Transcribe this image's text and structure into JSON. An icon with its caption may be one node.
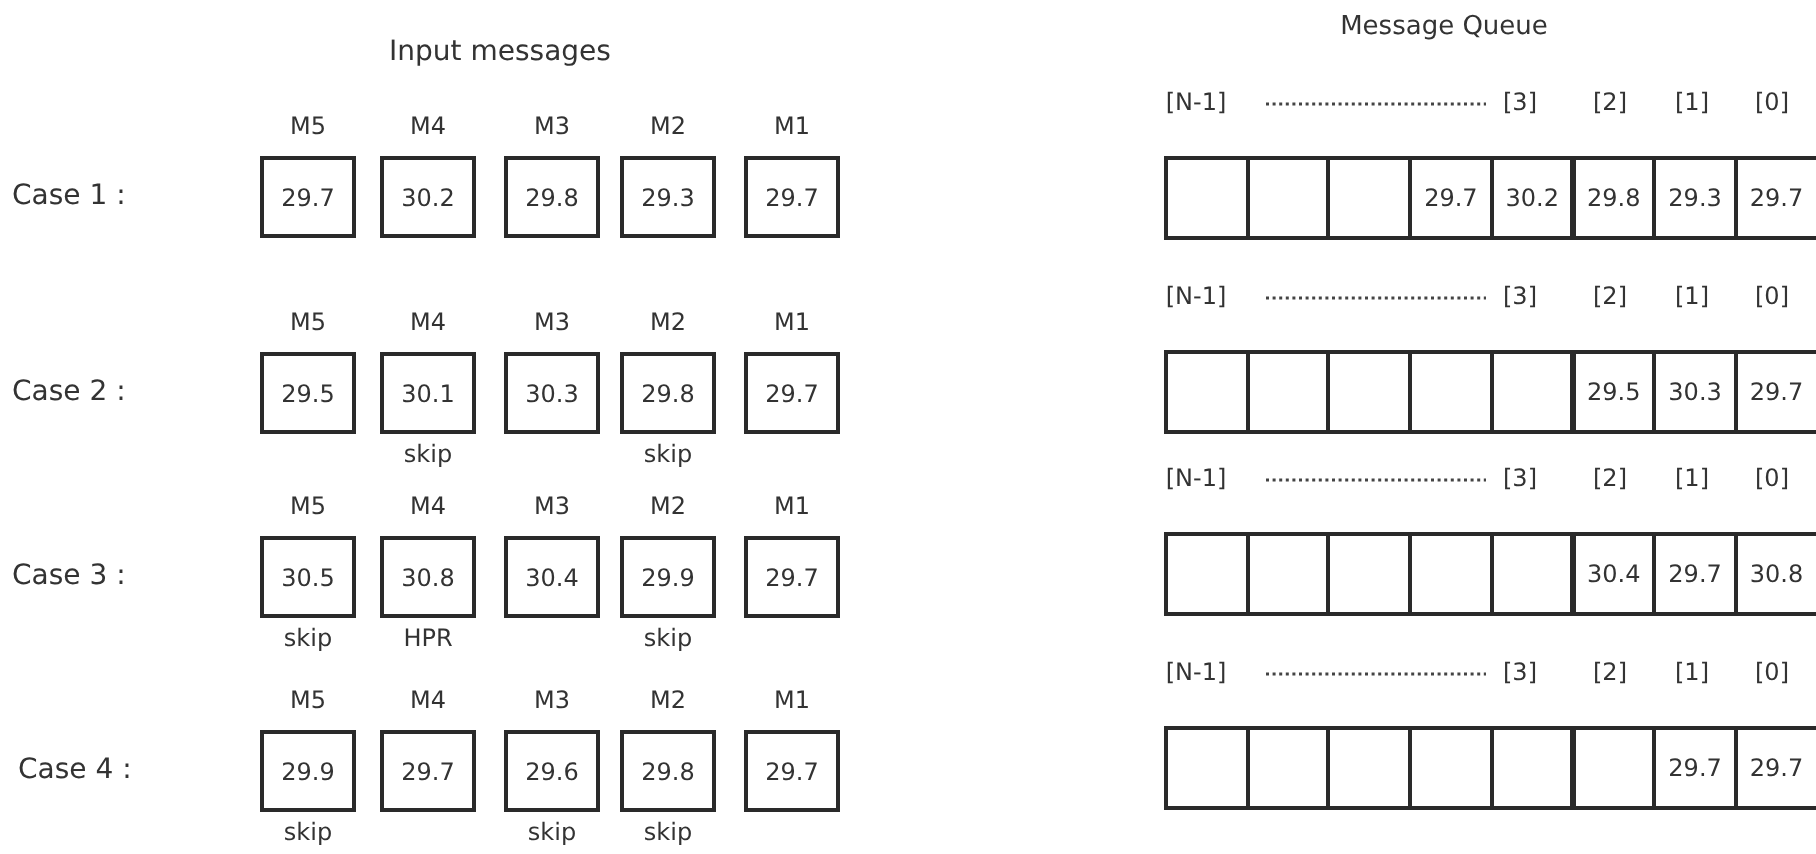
{
  "diagram": {
    "nodes": [
      {
        "text": [
          "29.7"
        ],
        "beside": [
          "M5"
        ]
      },
      {
        "text": [
          "30.2"
        ],
        "beside": [
          "M4"
        ]
      },
      {
        "text": [
          "29.8"
        ],
        "beside": [
          "M3"
        ]
      },
      {
        "text": [
          "29.3"
        ],
        "beside": [
          "M2"
        ]
      },
      {
        "text": [
          "29.7"
        ],
        "beside": [
          "M1"
        ]
      },
      {
        "text": [
          "29.5"
        ],
        "beside": [
          "M5"
        ]
      },
      {
        "text": [
          "30.1"
        ],
        "beside": [
          "M4",
          "skip"
        ]
      },
      {
        "text": [
          "30.3"
        ],
        "beside": [
          "M3"
        ]
      },
      {
        "text": [
          "29.8"
        ],
        "beside": [
          "M2",
          "skip"
        ]
      },
      {
        "text": [
          "29.7"
        ],
        "beside": [
          "M1"
        ]
      },
      {
        "text": [
          "30.5"
        ],
        "beside": [
          "M5",
          "skip"
        ]
      },
      {
        "text": [
          "30.8"
        ],
        "beside": [
          "M4",
          "HPR"
        ]
      },
      {
        "text": [
          "30.4"
        ],
        "beside": [
          "M3"
        ]
      },
      {
        "text": [
          "29.9"
        ],
        "beside": [
          "M2",
          "skip"
        ]
      },
      {
        "text": [
          "29.7"
        ],
        "beside": [
          "M1"
        ]
      },
      {
        "text": [
          "29.9"
        ],
        "beside": [
          "M5",
          "skip"
        ]
      },
      {
        "text": [
          "29.7"
        ],
        "beside": [
          "M4"
        ]
      },
      {
        "text": [
          "29.6"
        ],
        "beside": [
          "M3",
          "skip"
        ]
      },
      {
        "text": [
          "29.8"
        ],
        "beside": [
          "M2",
          "skip"
        ]
      },
      {
        "text": [
          "29.7"
        ],
        "beside": [
          "M1"
        ]
      },
      {
        "text": [],
        "shape": "box"
      },
      {
        "text": [],
        "shape": "box"
      },
      {
        "text": [],
        "shape": "box"
      },
      {
        "text": [
          "29.7"
        ]
      },
      {
        "text": [
          "30.2"
        ]
      },
      {
        "text": [
          "29.8"
        ]
      },
      {
        "text": [
          "29.3"
        ]
      },
      {
        "text": [
          "29.7"
        ]
      },
      {
        "text": [],
        "shape": "box"
      },
      {
        "text": [],
        "shape": "box"
      },
      {
        "text": [],
        "shape": "box"
      },
      {
        "text": [],
        "shape": "box"
      },
      {
        "text": [],
        "shape": "box"
      },
      {
        "text": [
          "29.5"
        ]
      },
      {
        "text": [
          "30.3"
        ]
      },
      {
        "text": [
          "29.7"
        ]
      },
      {
        "text": [],
        "shape": "box"
      },
      {
        "text": [],
        "shape": "box"
      },
      {
        "text": [],
        "shape": "box"
      },
      {
        "text": [],
        "shape": "box"
      },
      {
        "text": [],
        "shape": "box"
      },
      {
        "text": [
          "30.4"
        ]
      },
      {
        "text": [
          "29.7"
        ]
      },
      {
        "text": [
          "30.8"
        ]
      },
      {
        "text": [],
        "shape": "box"
      },
      {
        "text": [],
        "shape": "box"
      },
      {
        "text": [],
        "shape": "box"
      },
      {
        "text": [],
        "shape": "box"
      },
      {
        "text": [],
        "shape": "box"
      },
      {
        "text": [],
        "shape": "box"
      },
      {
        "text": [
          "29.7"
        ]
      },
      {
        "text": [
          "29.7"
        ]
      }
    ],
    "labels": [
      "Input messages",
      "Message Queue",
      "Case 1 :",
      "[N-1]",
      "[3]",
      "[2]",
      "[1]",
      "[0]",
      "Case 2 :",
      "[N-1]",
      "[3]",
      "[2]",
      "[1]",
      "[0]",
      "Case 3 :",
      "[N-1]",
      "[3]",
      "[2]",
      "[1]",
      "[0]",
      "Case 4 :",
      "[N-1]",
      "[3]",
      "[2]",
      "[1]",
      "[0]"
    ]
  }
}
